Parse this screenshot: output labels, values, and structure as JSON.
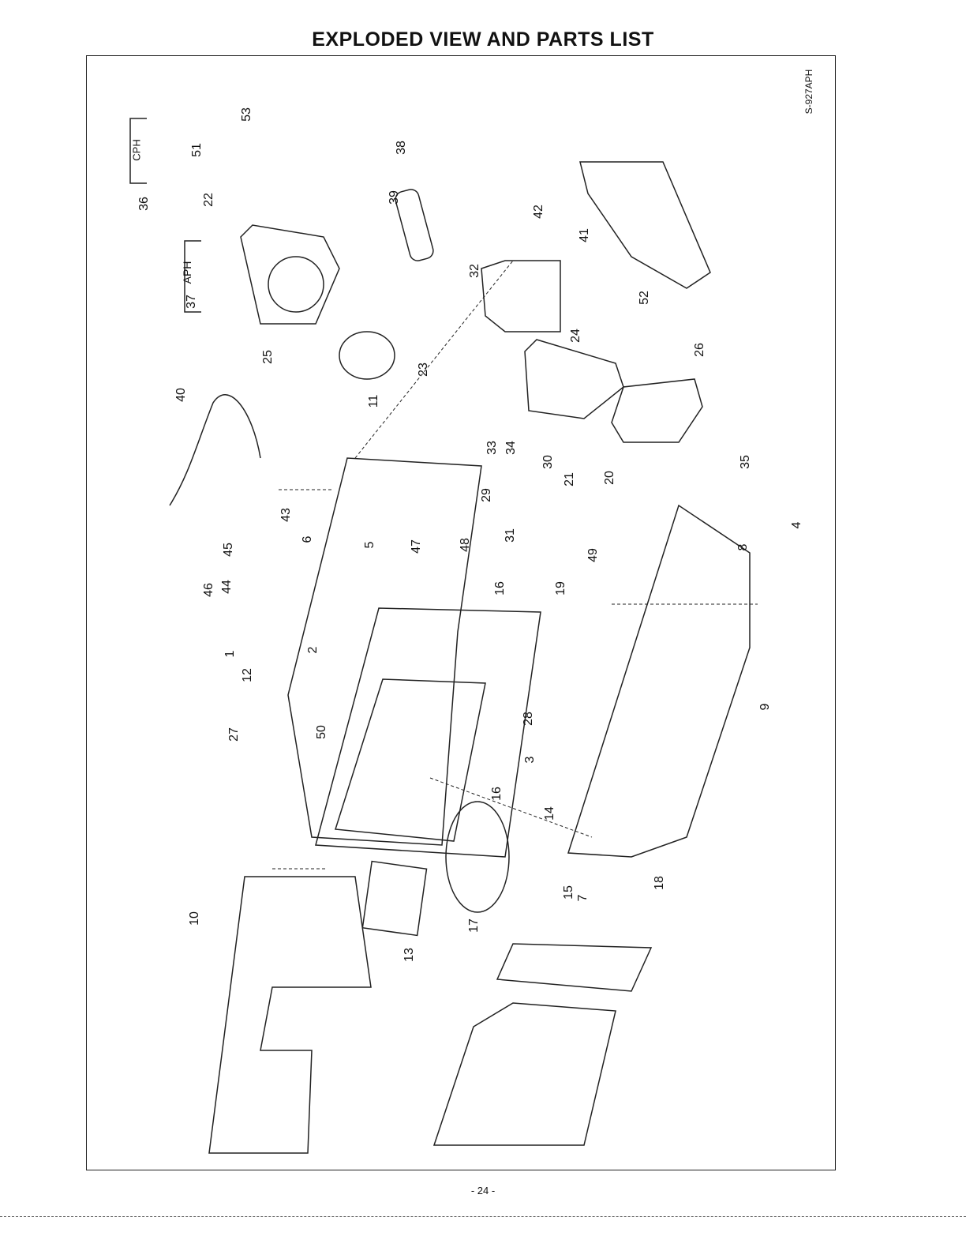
{
  "title": "EXPLODED VIEW AND PARTS LIST",
  "model_code": "S-927APH",
  "page_number": "- 24 -",
  "variant_labels": {
    "aph": "APH",
    "cph": "CPH"
  },
  "part_labels": [
    "53",
    "51",
    "36",
    "22",
    "37",
    "38",
    "39",
    "42",
    "41",
    "32",
    "52",
    "25",
    "23",
    "24",
    "26",
    "40",
    "11",
    "33",
    "34",
    "30",
    "29",
    "21",
    "20",
    "35",
    "31",
    "43",
    "45",
    "6",
    "5",
    "47",
    "48",
    "49",
    "4",
    "8",
    "46",
    "44",
    "16",
    "19",
    "1",
    "2",
    "12",
    "9",
    "27",
    "50",
    "28",
    "3",
    "16",
    "14",
    "15",
    "7",
    "18",
    "10",
    "13",
    "17"
  ]
}
